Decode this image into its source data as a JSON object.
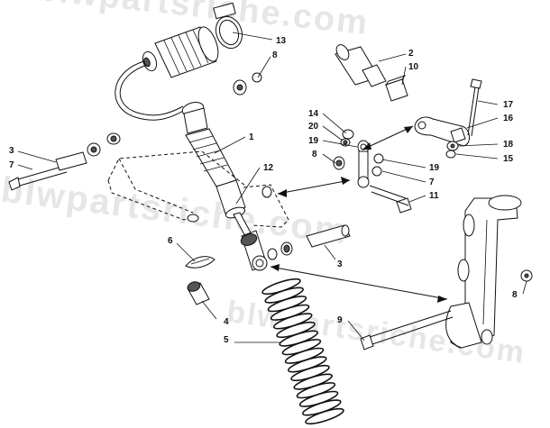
{
  "watermark": {
    "top_text": "blwpartsriche.com",
    "middle_text": "blwpartsriche.com",
    "bottom_text": "blwpartsriche.com"
  },
  "labels": {
    "p1": "1",
    "p2": "2",
    "p3a": "3",
    "p3b": "3",
    "p4": "4",
    "p5": "5",
    "p6": "6",
    "p7a": "7",
    "p7b": "7",
    "p8a": "8",
    "p8b": "8",
    "p8c": "8",
    "p9": "9",
    "p10": "10",
    "p11": "11",
    "p12": "12",
    "p13": "13",
    "p14": "14",
    "p15": "15",
    "p16": "16",
    "p17": "17",
    "p18": "18",
    "p19a": "19",
    "p19b": "19",
    "p20": "20"
  }
}
